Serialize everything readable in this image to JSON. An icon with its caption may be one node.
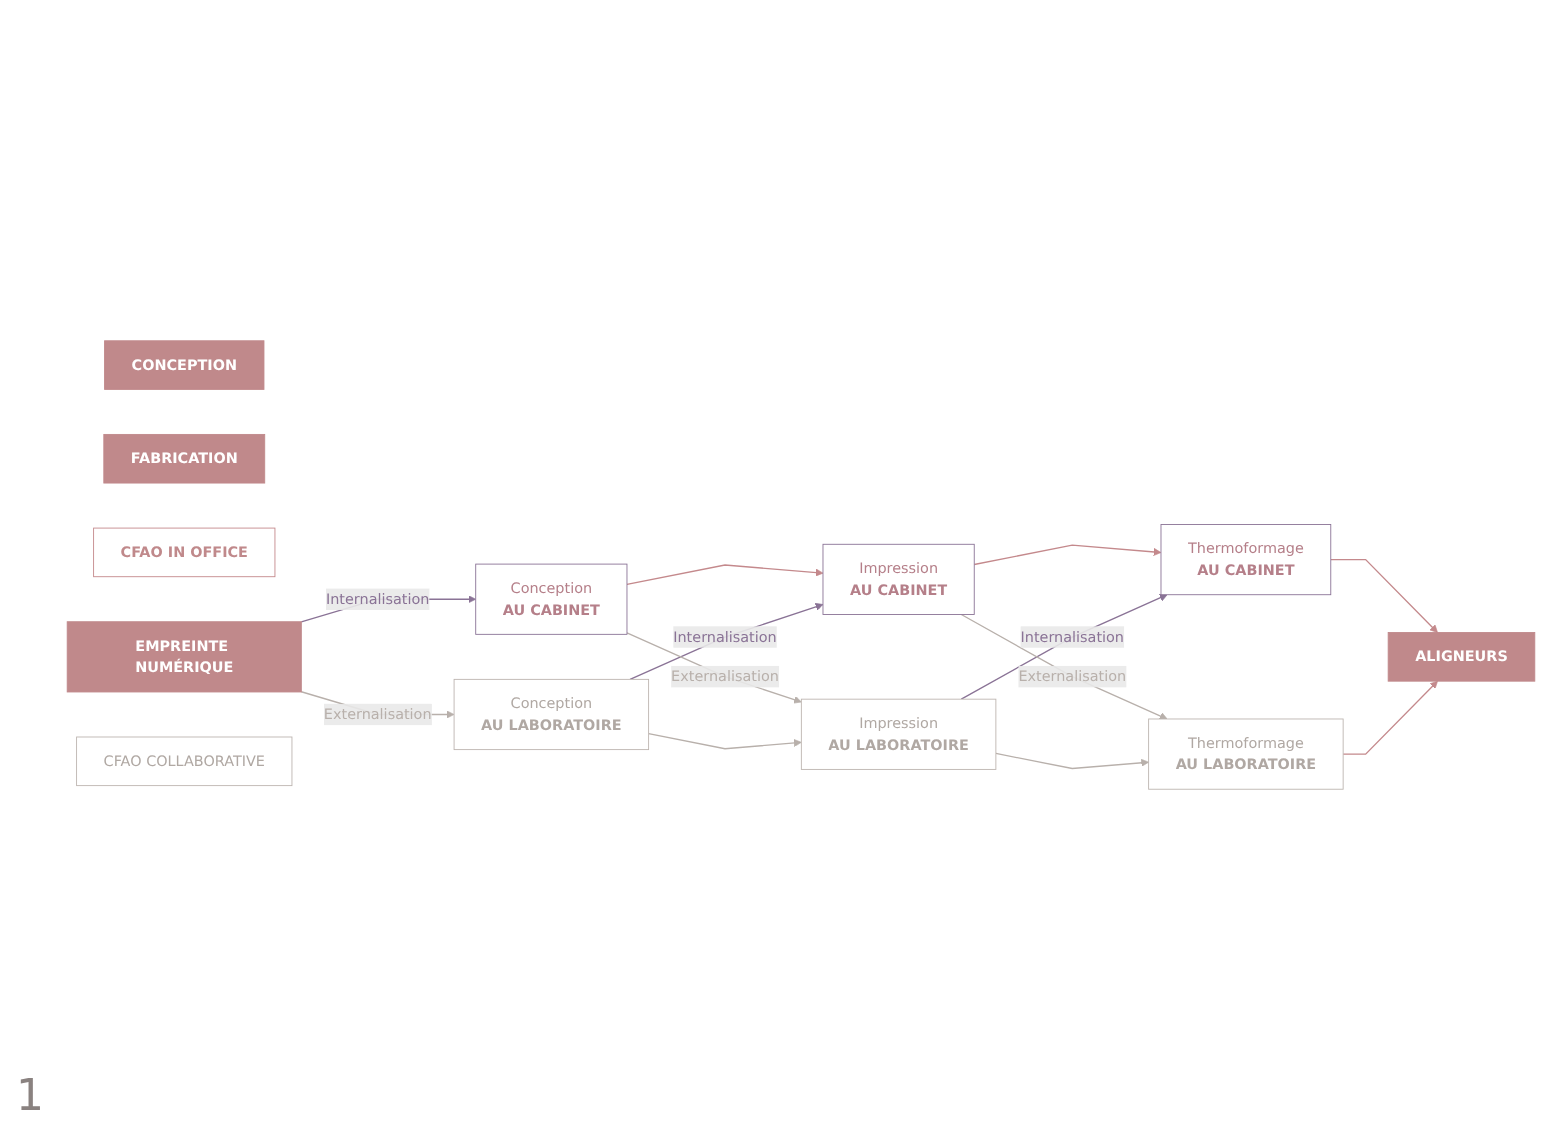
{
  "diagram": {
    "nodes": [
      {
        "text": [
          "CONCEPTION"
        ]
      },
      {
        "text": [
          "FABRICATION"
        ]
      },
      {
        "text": [
          "CFAO IN OFFICE"
        ]
      },
      {
        "text": [
          "Conception",
          "AU CABINET"
        ]
      },
      {
        "text": [
          "Impression",
          "AU CABINET"
        ]
      },
      {
        "text": [
          "Thermoformage",
          "AU CABINET"
        ]
      },
      {
        "text": [
          "EMPREINTE NUMÉRIQUE"
        ]
      },
      {
        "text": [
          "ALIGNEURS"
        ]
      },
      {
        "text": [
          "Conception",
          "AU LABORATOIRE"
        ]
      },
      {
        "text": [
          "Impression",
          "AU LABORATOIRE"
        ]
      },
      {
        "text": [
          "Thermoformage",
          "AU LABORATOIRE"
        ]
      },
      {
        "text": [
          "CFAO COLLABORATIVE"
        ]
      }
    ],
    "edges": [
      {
        "from": 3,
        "to": 4,
        "arrow": "to",
        "color": "#c4898c"
      },
      {
        "from": 4,
        "to": 5,
        "arrow": "to",
        "color": "#c4898c"
      },
      {
        "from": 6,
        "to": 3,
        "arrow": "to",
        "label": "Internalisation",
        "color": "#8a7396"
      },
      {
        "from": 8,
        "to": 4,
        "arrow": "to",
        "label": "Internalisation",
        "color": "#8a7396"
      },
      {
        "from": 9,
        "to": 5,
        "arrow": "to",
        "label": "Internalisation",
        "color": "#8a7396"
      },
      {
        "from": 5,
        "to": 7,
        "arrow": "to",
        "color": "#c4898c"
      },
      {
        "from": 6,
        "to": 8,
        "arrow": "to",
        "label": "Externalisation"
      },
      {
        "from": 3,
        "to": 9,
        "arrow": "to",
        "label": "Externalisation"
      },
      {
        "from": 4,
        "to": 10,
        "arrow": "to",
        "label": "Externalisation"
      },
      {
        "from": 8,
        "to": 9,
        "arrow": "to"
      },
      {
        "from": 9,
        "to": 10,
        "arrow": "to"
      },
      {
        "from": 10,
        "to": 7,
        "arrow": "to",
        "color": "#c4898c"
      }
    ],
    "labels": [
      "1"
    ]
  }
}
